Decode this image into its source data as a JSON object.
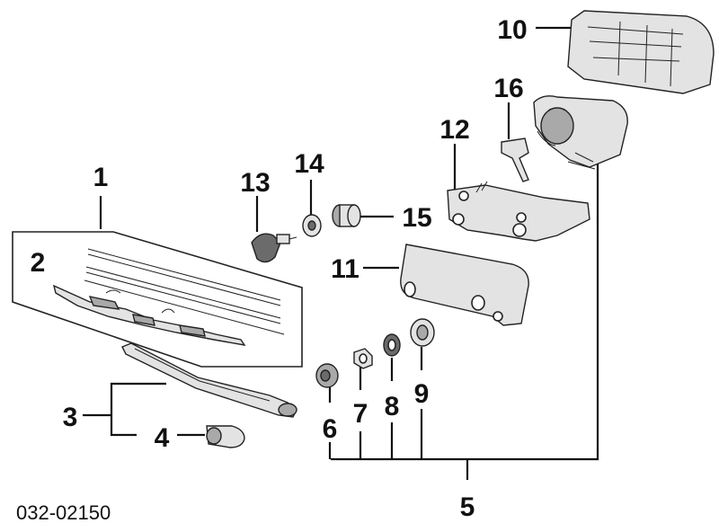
{
  "diagram": {
    "part_code": "032-02150",
    "callouts": [
      "1",
      "2",
      "3",
      "4",
      "5",
      "6",
      "7",
      "8",
      "9",
      "10",
      "11",
      "12",
      "13",
      "14",
      "15",
      "16"
    ],
    "colors": {
      "ink": "#111111",
      "shade_dark": "#6b6b6b",
      "shade_mid": "#a9a9a9",
      "shade_light": "#e3e3e3",
      "background": "#ffffff"
    }
  }
}
